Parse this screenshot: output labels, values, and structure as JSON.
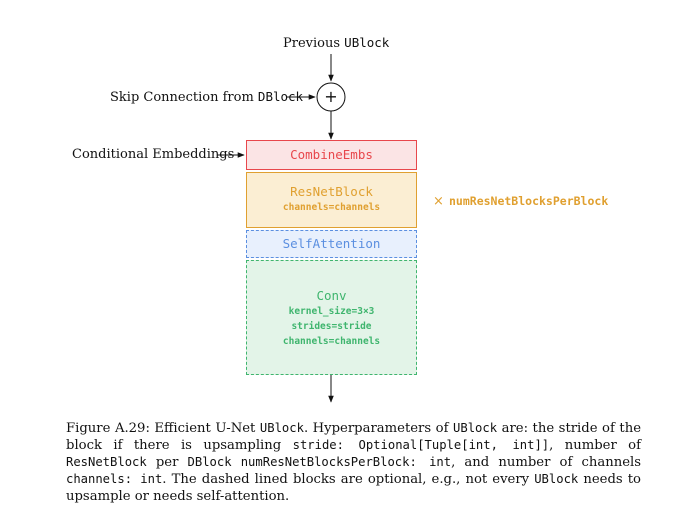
{
  "diagram": {
    "top_label": {
      "prefix": "Previous",
      "code": "UBlock"
    },
    "skip_label": {
      "prefix": "Skip Connection from",
      "code": "DBlock"
    },
    "plus_symbol": "+",
    "cond_label": "Conditional Embeddings",
    "blocks": {
      "combine": {
        "title": "CombineEmbs",
        "color": "#e8474c",
        "fill": "#fbe4e5"
      },
      "resnet": {
        "title": "ResNetBlock",
        "params": [
          "channels=channels"
        ],
        "color": "#e0a030",
        "fill": "#fbeed3"
      },
      "attention": {
        "title": "SelfAttention",
        "color": "#5b8fe0",
        "fill": "#e8f0fd"
      },
      "conv": {
        "title": "Conv",
        "params": [
          "kernel_size=3×3",
          "strides=stride",
          "channels=channels"
        ],
        "color": "#3fb56e",
        "fill": "#e3f4e8"
      }
    },
    "repeat_label": {
      "symbol": "×",
      "code": "numResNetBlocksPerBlock"
    }
  },
  "caption": [
    {
      "t": "Figure A.29: Efficient U-Net ",
      "m": false
    },
    {
      "t": "UBlock",
      "m": true
    },
    {
      "t": ". Hyperparameters of ",
      "m": false
    },
    {
      "t": "UBlock",
      "m": true
    },
    {
      "t": " are: the stride of the block if there is upsampling ",
      "m": false
    },
    {
      "t": "stride: Optional[Tuple[int, int]]",
      "m": true
    },
    {
      "t": ", number of ",
      "m": false
    },
    {
      "t": "ResNetBlock",
      "m": true
    },
    {
      "t": " per ",
      "m": false
    },
    {
      "t": "DBlock",
      "m": true
    },
    {
      "t": " ",
      "m": false
    },
    {
      "t": "numResNetBlocksPerBlock: int",
      "m": true
    },
    {
      "t": ", and number of channels ",
      "m": false
    },
    {
      "t": "channels: int",
      "m": true
    },
    {
      "t": ". The dashed lined blocks are optional, e.g., not every ",
      "m": false
    },
    {
      "t": "UBlock",
      "m": true
    },
    {
      "t": " needs to upsample or needs self-attention.",
      "m": false
    }
  ]
}
